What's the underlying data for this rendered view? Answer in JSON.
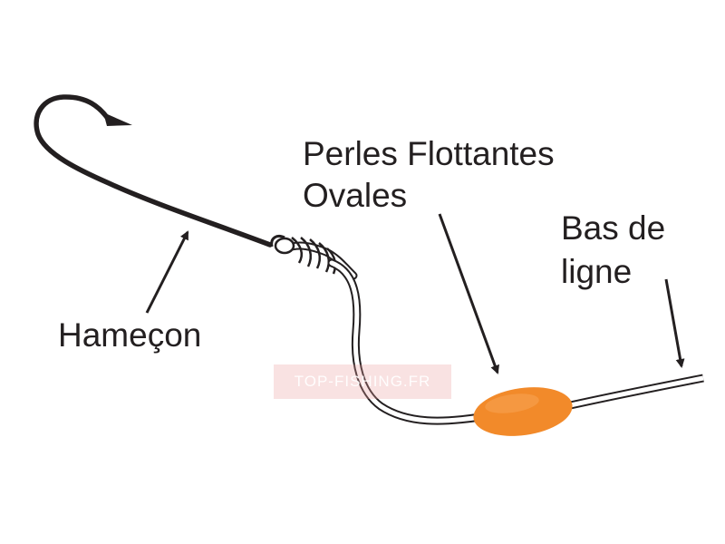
{
  "labels": {
    "hook": "Hameçon",
    "beads_line1": "Perles Flottantes",
    "beads_line2": "Ovales",
    "leader_line1": "Bas de",
    "leader_line2": "ligne"
  },
  "watermark": "TOP-FISHING.FR",
  "colors": {
    "ink": "#231f20",
    "bead": "#f28a2a",
    "bead_highlight": "#f7a453",
    "watermark_bg": "#eca0a0"
  }
}
